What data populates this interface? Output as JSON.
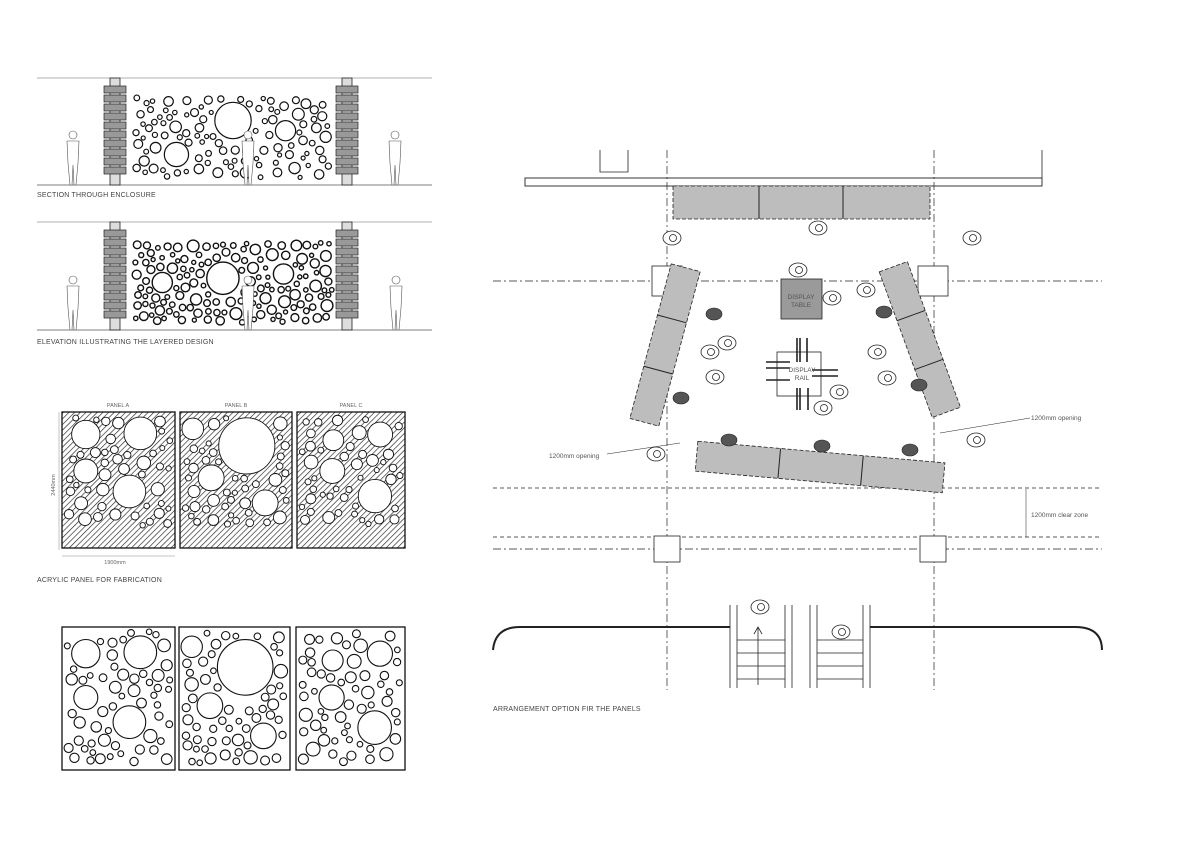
{
  "section": {
    "caption": "SECTION THROUGH ENCLOSURE"
  },
  "elevation": {
    "caption": "ELEVATION ILLUSTRATING THE LAYERED DESIGN"
  },
  "fabrication": {
    "caption": "ACRYLIC PANEL FOR FABRICATION",
    "panels": [
      "PANEL A",
      "PANEL B",
      "PANEL C"
    ],
    "height_dim": "2440mm",
    "width_dim": "1900mm"
  },
  "plan": {
    "caption": "ARRANGEMENT OPTION FIR THE PANELS",
    "display_table": [
      "DISPLAY",
      "TABLE"
    ],
    "display_rail": [
      "DISPLAY",
      "RAIL"
    ],
    "opening_left": "1200mm opening",
    "opening_right": "1200mm opening",
    "clear_zone": "1200mm clear zone"
  },
  "colors": {
    "line": "#222222",
    "panel_fill": "#bdbdbd",
    "table_fill": "#9a9a9a",
    "seat_fill": "#555555"
  }
}
